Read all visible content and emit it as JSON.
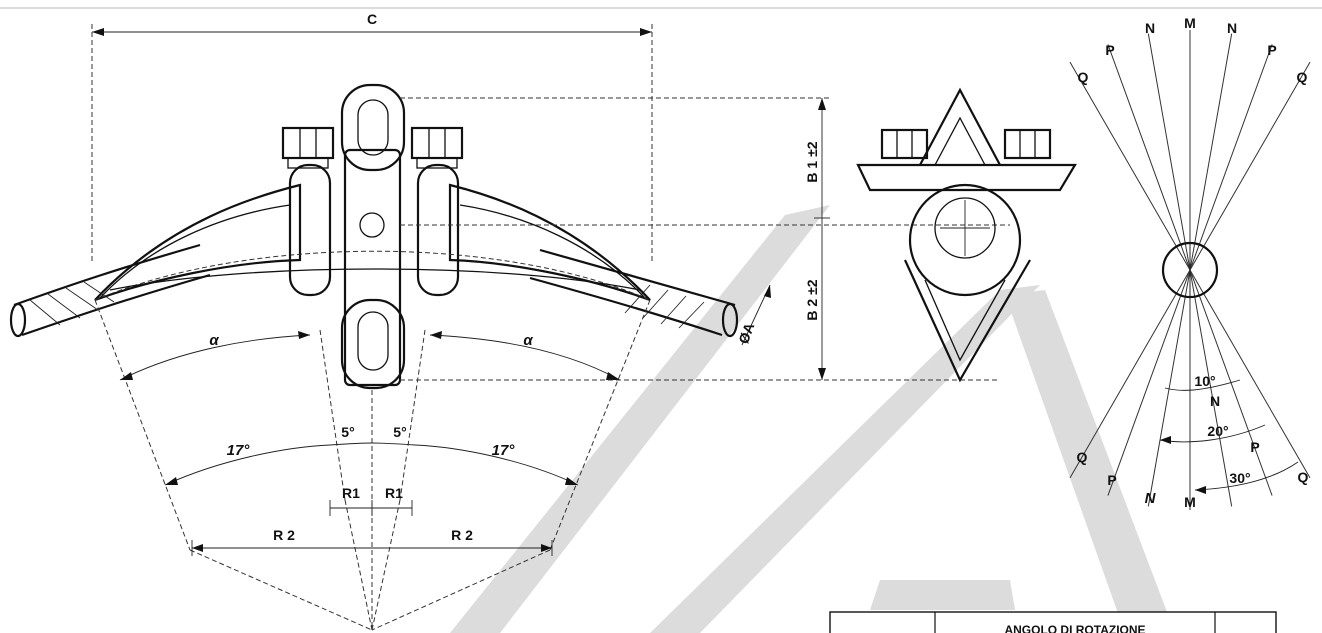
{
  "front_view": {
    "dim_c": "C",
    "dim_alpha_left": "α",
    "dim_alpha_right": "α",
    "dim_17_left": "17°",
    "dim_5_left": "5°",
    "dim_5_right": "5°",
    "dim_17_right": "17°",
    "dim_r1_left": "R1",
    "dim_r1_right": "R1",
    "dim_r2_left": "R 2",
    "dim_r2_right": "R 2",
    "dim_phi_a": "ØA"
  },
  "side_view": {
    "dim_b1": "B 1 ±2",
    "dim_b2": "B 2 ±2"
  },
  "rotation_diagram": {
    "top_labels": [
      "Q",
      "P",
      "N",
      "M",
      "N",
      "P",
      "Q"
    ],
    "bottom_labels": [
      "Q",
      "P",
      "N",
      "M",
      "Q"
    ],
    "angle_10": "10°",
    "angle_10_letter": "N",
    "angle_20": "20°",
    "angle_20_letter": "P",
    "angle_30": "30°"
  },
  "table": {
    "header": "ANGOLO DI ROTAZIONE"
  },
  "watermark": {
    "text": "TA",
    "color": "#d9d9d9"
  }
}
